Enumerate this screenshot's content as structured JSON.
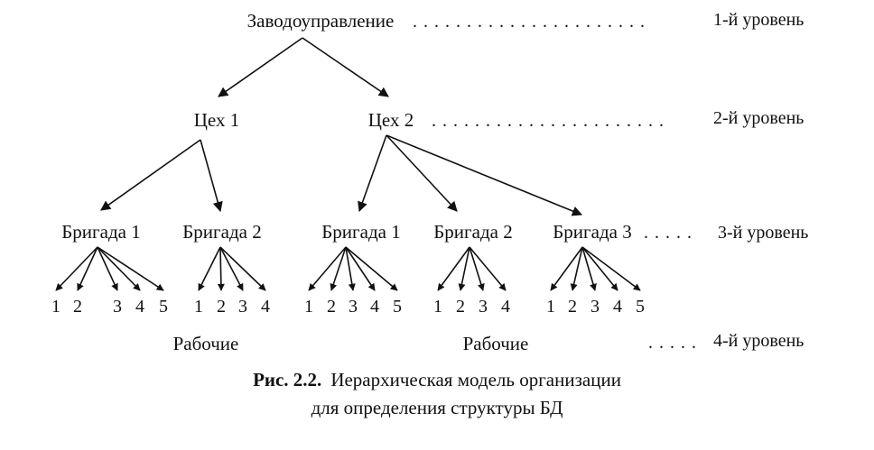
{
  "levels": {
    "l1": "1-й уровень",
    "l2": "2-й уровень",
    "l3": "3-й уровень",
    "l4": "4-й уровень"
  },
  "nodes": {
    "root": "Заводоуправление",
    "shop1": "Цех 1",
    "shop2": "Цех 2",
    "s1b1": "Бригада 1",
    "s1b2": "Бригада 2",
    "s2b1": "Бригада 1",
    "s2b2": "Бригада 2",
    "s2b3": "Бригада 3"
  },
  "leaves": {
    "s1b1": [
      "1",
      "2",
      "3",
      "4",
      "5"
    ],
    "s1b2": [
      "1",
      "2",
      "3",
      "4"
    ],
    "s2b1": [
      "1",
      "2",
      "3",
      "4",
      "5"
    ],
    "s2b2": [
      "1",
      "2",
      "3",
      "4"
    ],
    "s2b3": [
      "1",
      "2",
      "3",
      "4",
      "5"
    ]
  },
  "workers_label_left": "Рабочие",
  "workers_label_right": "Рабочие",
  "caption": {
    "bold": "Рис. 2.2.",
    "line1": "Иерархическая модель организации",
    "line2": "для определения структуры БД"
  }
}
